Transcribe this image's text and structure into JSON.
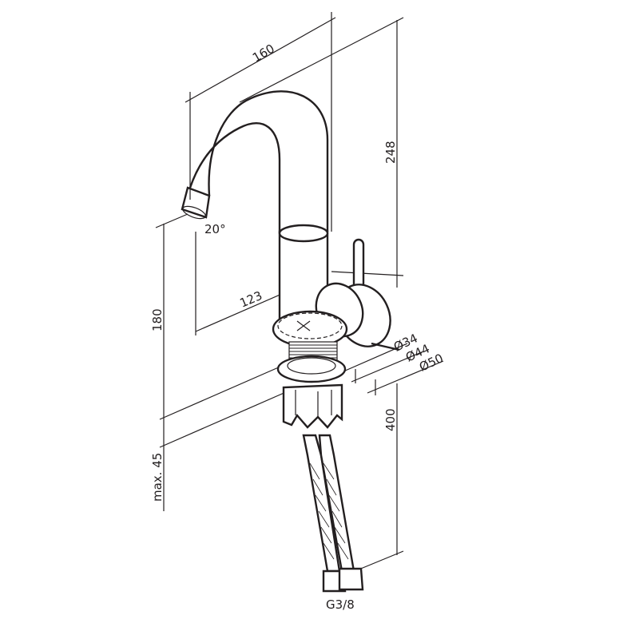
{
  "drawing": {
    "dimensions": {
      "spout_reach_total": "160",
      "height_total": "248",
      "spout_angle": "20°",
      "spout_reach": "123",
      "spout_height": "180",
      "diameter_1": "Ø34",
      "diameter_2": "Ø44",
      "diameter_3": "Ø50",
      "hose_length": "400",
      "max_deck_thickness": "max. 45",
      "connection_thread": "G3/8"
    },
    "line_color": "#231f20"
  }
}
